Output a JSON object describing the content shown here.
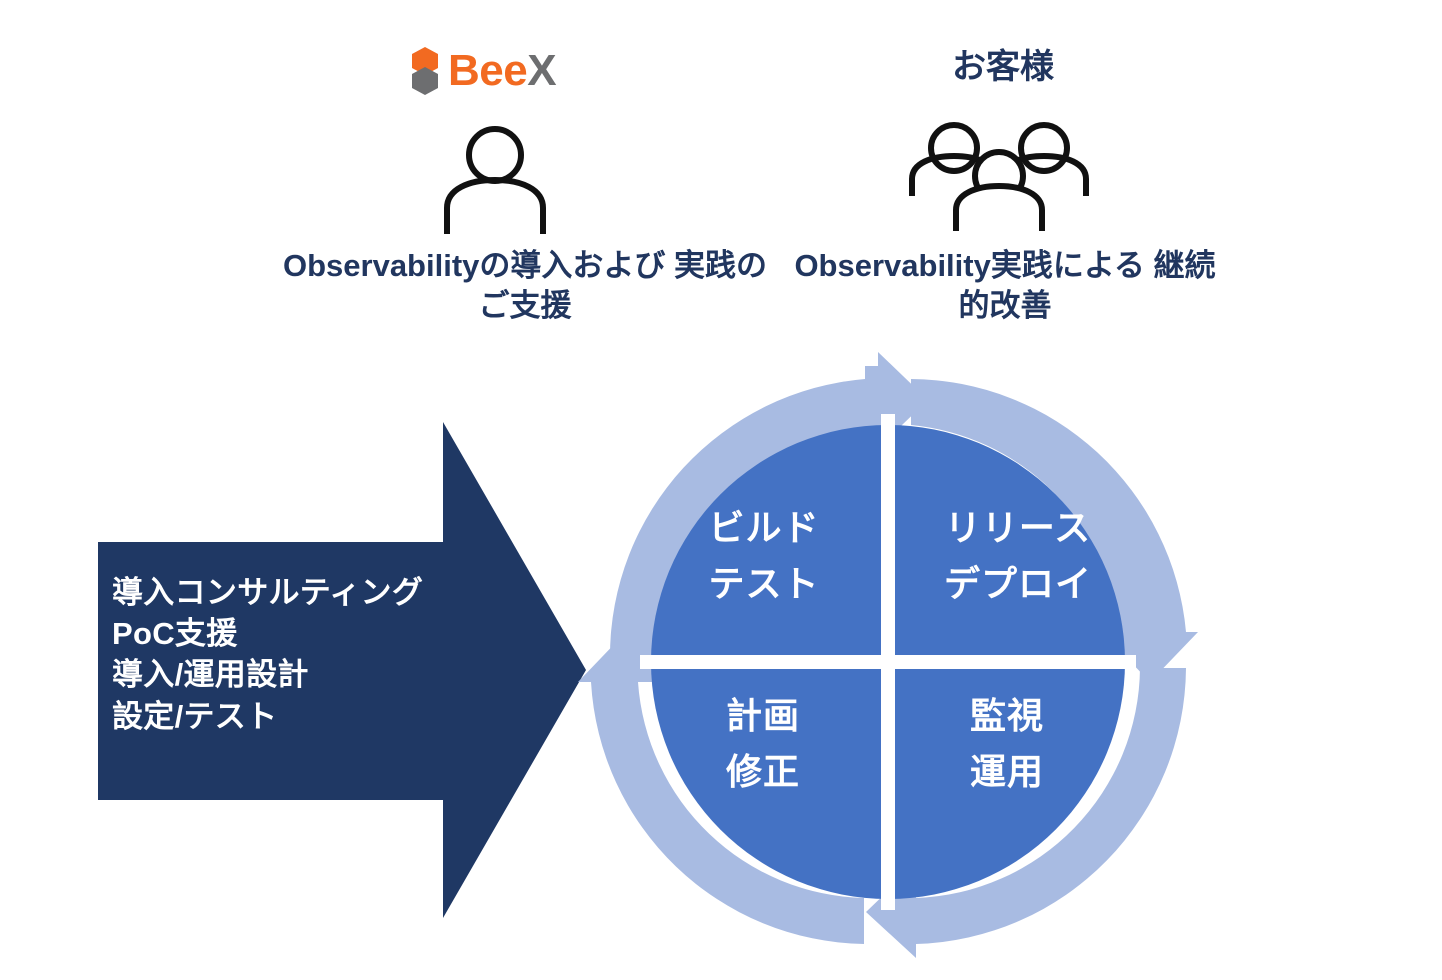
{
  "diagram": {
    "background_color": "#ffffff",
    "left_column": {
      "logo": {
        "mark_name": "beex-hexagon-mark",
        "text_primary": "Bee",
        "text_secondary": "X",
        "color_primary": "#F26A21",
        "color_secondary": "#6D6E70"
      },
      "person_icon": "single-person-icon",
      "caption": "Observabilityの導入および\n実践のご支援"
    },
    "right_column": {
      "heading": "お客様",
      "people_icon": "three-people-group-icon",
      "caption": "Observability実践による\n継続的改善"
    },
    "consulting_arrow": {
      "fill_color": "#1F3864",
      "text_color": "#ffffff",
      "direction": "right",
      "items": [
        "導入コンサルティング",
        "PoC支援",
        "導入/運用設計",
        "設定/テスト"
      ],
      "text": "導入コンサルティング\nPoC支援\n導入/運用設計\n設定/テスト"
    },
    "cycle": {
      "circle_color": "#4472C4",
      "ring_arrow_color": "#A8BBE2",
      "divider_color": "#ffffff",
      "rotation": "clockwise",
      "quadrants": [
        {
          "position": "top-left",
          "lines": [
            "ビルド",
            "テスト"
          ],
          "text": "ビルド\nテスト"
        },
        {
          "position": "top-right",
          "lines": [
            "リリース",
            "デプロイ"
          ],
          "text": "リリース\nデプロイ"
        },
        {
          "position": "bottom-left",
          "lines": [
            "計画",
            "修正"
          ],
          "text": "計画\n修正"
        },
        {
          "position": "bottom-right",
          "lines": [
            "監視",
            "運用"
          ],
          "text": "監視\n運用"
        }
      ],
      "arrows": [
        {
          "name": "top-arrow",
          "points": "right"
        },
        {
          "name": "right-arrow",
          "points": "down"
        },
        {
          "name": "bottom-arrow",
          "points": "left"
        },
        {
          "name": "left-arrow",
          "points": "up"
        }
      ]
    }
  },
  "colors": {
    "navy_text": "#21365F",
    "navy_arrow": "#1F3864",
    "cycle_blue": "#4472C4",
    "ring_blue": "#A8BBE2",
    "orange": "#F26A21",
    "gray": "#6D6E70",
    "white": "#ffffff"
  }
}
